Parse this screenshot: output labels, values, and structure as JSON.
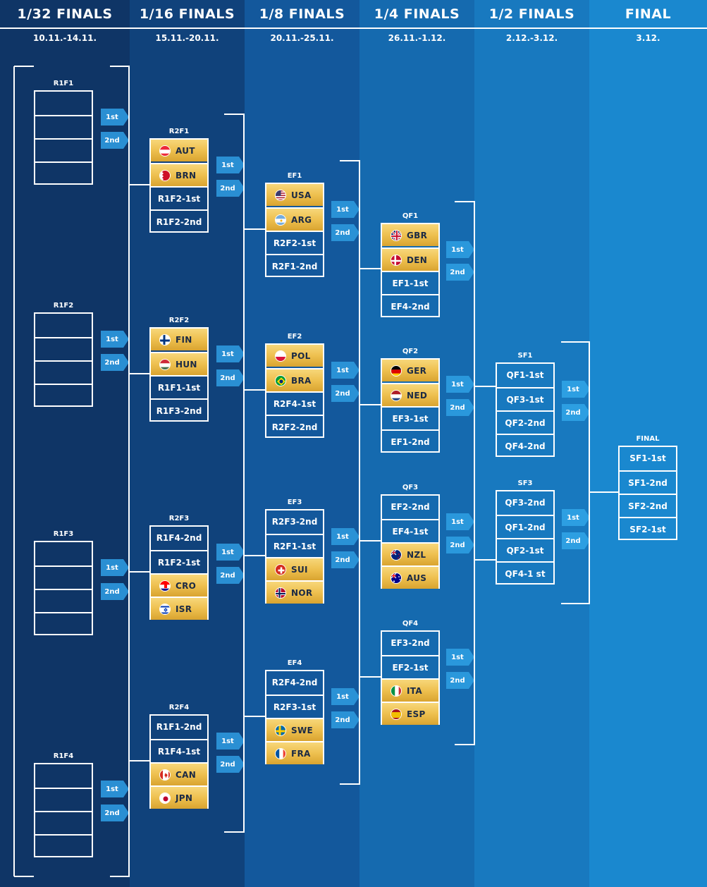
{
  "columns": [
    {
      "title": "1/32 FINALS",
      "dates": "10.11.-14.11.",
      "bg": "#0f3566"
    },
    {
      "title": "1/16 FINALS",
      "dates": "15.11.-20.11.",
      "bg": "#10427b"
    },
    {
      "title": "1/8 FINALS",
      "dates": "20.11.-25.11.",
      "bg": "#13589c"
    },
    {
      "title": "1/4 FINALS",
      "dates": "26.11.-1.12.",
      "bg": "#156aaf"
    },
    {
      "title": "1/2 FINALS",
      "dates": "2.12.-3.12.",
      "bg": "#1879bf"
    },
    {
      "title": "FINAL",
      "dates": "3.12.",
      "bg": "#1a88cf"
    }
  ],
  "advance_labels": {
    "first": "1st",
    "second": "2nd"
  },
  "colors": {
    "tag": "#2487c9",
    "team_gold": "#eec04f",
    "team_text": "#1b2a44"
  },
  "groups": [
    {
      "id": "R1F1",
      "col": 0,
      "slots": [
        {
          "t": "empty"
        },
        {
          "t": "empty"
        },
        {
          "t": "empty"
        },
        {
          "t": "empty"
        }
      ]
    },
    {
      "id": "R1F2",
      "col": 0,
      "slots": [
        {
          "t": "empty"
        },
        {
          "t": "empty"
        },
        {
          "t": "empty"
        },
        {
          "t": "empty"
        }
      ]
    },
    {
      "id": "R1F3",
      "col": 0,
      "slots": [
        {
          "t": "empty"
        },
        {
          "t": "empty"
        },
        {
          "t": "empty"
        },
        {
          "t": "empty"
        }
      ]
    },
    {
      "id": "R1F4",
      "col": 0,
      "slots": [
        {
          "t": "empty"
        },
        {
          "t": "empty"
        },
        {
          "t": "empty"
        },
        {
          "t": "empty"
        }
      ]
    },
    {
      "id": "R2F1",
      "col": 1,
      "slots": [
        {
          "t": "team",
          "code": "AUT",
          "flag": "aut"
        },
        {
          "t": "team",
          "code": "BRN",
          "flag": "brn"
        },
        {
          "t": "ref",
          "label": "R1F2-1st"
        },
        {
          "t": "ref",
          "label": "R1F2-2nd"
        }
      ]
    },
    {
      "id": "R2F2",
      "col": 1,
      "slots": [
        {
          "t": "team",
          "code": "FIN",
          "flag": "fin"
        },
        {
          "t": "team",
          "code": "HUN",
          "flag": "hun"
        },
        {
          "t": "ref",
          "label": "R1F1-1st"
        },
        {
          "t": "ref",
          "label": "R1F3-2nd"
        }
      ]
    },
    {
      "id": "R2F3",
      "col": 1,
      "slots": [
        {
          "t": "ref",
          "label": "R1F4-2nd"
        },
        {
          "t": "ref",
          "label": "R1F2-1st"
        },
        {
          "t": "team",
          "code": "CRO",
          "flag": "cro"
        },
        {
          "t": "team",
          "code": "ISR",
          "flag": "isr"
        }
      ]
    },
    {
      "id": "R2F4",
      "col": 1,
      "slots": [
        {
          "t": "ref",
          "label": "R1F1-2nd"
        },
        {
          "t": "ref",
          "label": "R1F4-1st"
        },
        {
          "t": "team",
          "code": "CAN",
          "flag": "can"
        },
        {
          "t": "team",
          "code": "JPN",
          "flag": "jpn"
        }
      ]
    },
    {
      "id": "EF1",
      "col": 2,
      "slots": [
        {
          "t": "team",
          "code": "USA",
          "flag": "usa"
        },
        {
          "t": "team",
          "code": "ARG",
          "flag": "arg"
        },
        {
          "t": "ref",
          "label": "R2F2-1st"
        },
        {
          "t": "ref",
          "label": "R2F1-2nd"
        }
      ]
    },
    {
      "id": "EF2",
      "col": 2,
      "slots": [
        {
          "t": "team",
          "code": "POL",
          "flag": "pol"
        },
        {
          "t": "team",
          "code": "BRA",
          "flag": "bra"
        },
        {
          "t": "ref",
          "label": "R2F4-1st"
        },
        {
          "t": "ref",
          "label": "R2F2-2nd"
        }
      ]
    },
    {
      "id": "EF3",
      "col": 2,
      "slots": [
        {
          "t": "ref",
          "label": "R2F3-2nd"
        },
        {
          "t": "ref",
          "label": "R2F1-1st"
        },
        {
          "t": "team",
          "code": "SUI",
          "flag": "sui"
        },
        {
          "t": "team",
          "code": "NOR",
          "flag": "nor"
        }
      ]
    },
    {
      "id": "EF4",
      "col": 2,
      "slots": [
        {
          "t": "ref",
          "label": "R2F4-2nd"
        },
        {
          "t": "ref",
          "label": "R2F3-1st"
        },
        {
          "t": "team",
          "code": "SWE",
          "flag": "swe"
        },
        {
          "t": "team",
          "code": "FRA",
          "flag": "fra"
        }
      ]
    },
    {
      "id": "QF1",
      "col": 3,
      "slots": [
        {
          "t": "team",
          "code": "GBR",
          "flag": "gbr"
        },
        {
          "t": "team",
          "code": "DEN",
          "flag": "den"
        },
        {
          "t": "ref",
          "label": "EF1-1st"
        },
        {
          "t": "ref",
          "label": "EF4-2nd"
        }
      ]
    },
    {
      "id": "QF2",
      "col": 3,
      "slots": [
        {
          "t": "team",
          "code": "GER",
          "flag": "ger"
        },
        {
          "t": "team",
          "code": "NED",
          "flag": "ned"
        },
        {
          "t": "ref",
          "label": "EF3-1st"
        },
        {
          "t": "ref",
          "label": "EF1-2nd"
        }
      ]
    },
    {
      "id": "QF3",
      "col": 3,
      "slots": [
        {
          "t": "ref",
          "label": "EF2-2nd"
        },
        {
          "t": "ref",
          "label": "EF4-1st"
        },
        {
          "t": "team",
          "code": "NZL",
          "flag": "nzl"
        },
        {
          "t": "team",
          "code": "AUS",
          "flag": "aus"
        }
      ]
    },
    {
      "id": "QF4",
      "col": 3,
      "slots": [
        {
          "t": "ref",
          "label": "EF3-2nd"
        },
        {
          "t": "ref",
          "label": "EF2-1st"
        },
        {
          "t": "team",
          "code": "ITA",
          "flag": "ita"
        },
        {
          "t": "team",
          "code": "ESP",
          "flag": "esp"
        }
      ]
    },
    {
      "id": "SF1",
      "col": 4,
      "slots": [
        {
          "t": "ref",
          "label": "QF1-1st"
        },
        {
          "t": "ref",
          "label": "QF3-1st"
        },
        {
          "t": "ref",
          "label": "QF2-2nd"
        },
        {
          "t": "ref",
          "label": "QF4-2nd"
        }
      ]
    },
    {
      "id": "SF3",
      "col": 4,
      "slots": [
        {
          "t": "ref",
          "label": "QF3-2nd"
        },
        {
          "t": "ref",
          "label": "QF1-2nd"
        },
        {
          "t": "ref",
          "label": "QF2-1st"
        },
        {
          "t": "ref",
          "label": "QF4-1 st"
        }
      ]
    },
    {
      "id": "FINAL",
      "col": 5,
      "slots": [
        {
          "t": "ref",
          "label": "SF1-1st"
        },
        {
          "t": "ref",
          "label": "SF1-2nd"
        },
        {
          "t": "ref",
          "label": "SF2-2nd"
        },
        {
          "t": "ref",
          "label": "SF2-1st"
        }
      ]
    }
  ]
}
